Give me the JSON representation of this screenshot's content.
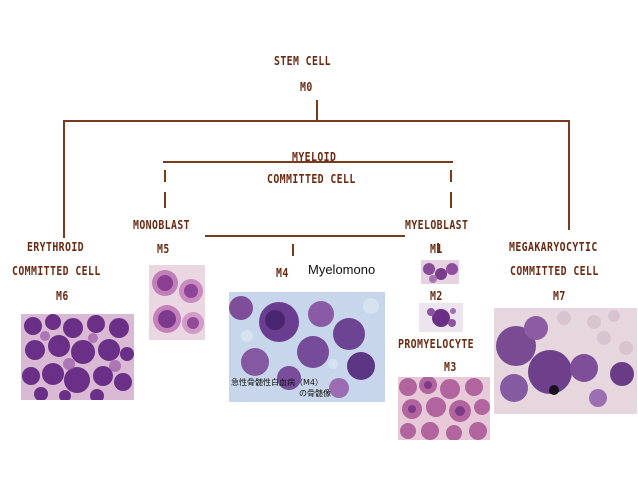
{
  "diagram": {
    "stem": {
      "line1": "STEM CELL",
      "line2": "M0"
    },
    "myeloid": {
      "line1": "MYELOID",
      "line2": "COMMITTED CELL"
    },
    "erythroid": {
      "line1": "ERYTHROID",
      "line2": "COMMITTED CELL",
      "code": "M6"
    },
    "monoblast": {
      "line1": "MONOBLAST",
      "code": "M5"
    },
    "m4": {
      "code": "M4",
      "caption": "Myelomono"
    },
    "myeloblast": {
      "line1": "MYELOBLAST",
      "code1": "M1",
      "code2": "M2"
    },
    "promyelocyte": {
      "line1": "PROMYELOCYTE",
      "code": "M3"
    },
    "megakaryocytic": {
      "line1": "MEGAKARYOCYTIC",
      "line2": "COMMITTED CELL",
      "code": "M7"
    },
    "m4_image_caption": {
      "line1": "急性骨髄性白血病（M4）",
      "line2": "の骨髄像"
    }
  },
  "colors": {
    "text": "#6b2a12",
    "line": "#7a3a1e",
    "cell": "#7b3f8c",
    "background_stain": "#e8c9d6"
  }
}
